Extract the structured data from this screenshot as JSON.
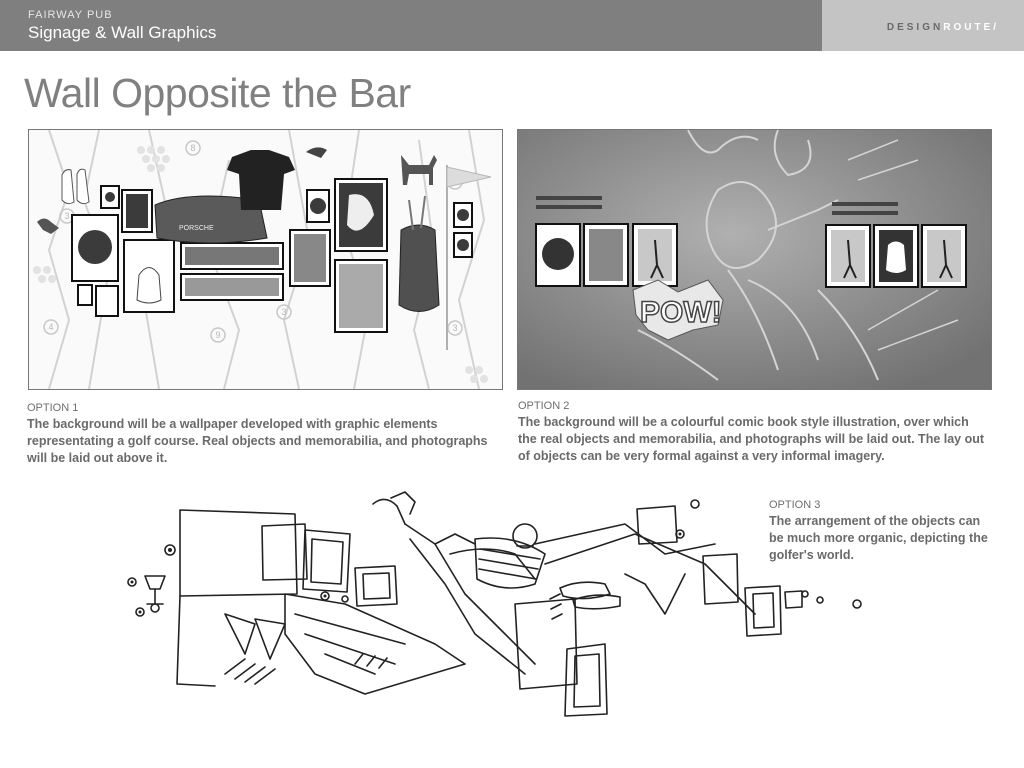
{
  "header": {
    "eyebrow": "FAIRWAY PUB",
    "section": "Signage & Wall Graphics",
    "brand_part1": "DESIGN",
    "brand_part2": "ROUTE/"
  },
  "page_title": "Wall Opposite the Bar",
  "options": [
    {
      "label": "OPTION 1",
      "text": "The background will be a wallpaper developed with graphic elements representating a golf course. Real objects and memorabilia, and photographs will be laid out above it."
    },
    {
      "label": "OPTION 2",
      "text": "The background will be a colourful comic book style illustration, over which the real objects and memorabilia, and photographs will be laid out. The lay out of objects can be very formal against a very informal imagery."
    },
    {
      "label": "OPTION 3",
      "text": "The arrangement of the objects can be much more organic, depicting the golfer's world."
    }
  ],
  "illustration_text": {
    "comic_word": "POW!",
    "bag_brand": "PORSCHE",
    "hole_markers": [
      "8",
      "3",
      "3",
      "3",
      "4",
      "9",
      "3"
    ]
  },
  "colors": {
    "header_bg": "#7f7f7f",
    "brand_bg": "#c4c4c4",
    "title_gray": "#808080",
    "text_gray": "#6a6a6a"
  }
}
